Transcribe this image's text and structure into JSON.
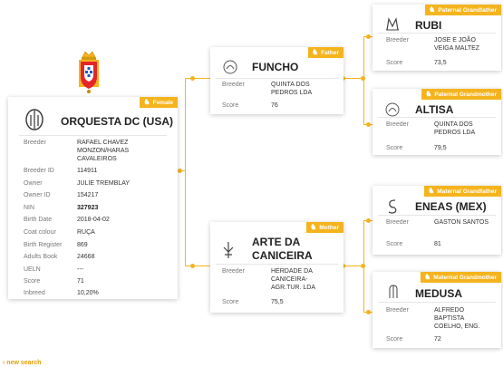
{
  "crest_icon": "coat-of-arms",
  "accent_color": "#f5b41e",
  "subject": {
    "badge": "Female",
    "name": "ORQUESTA DC (USA)",
    "fields": [
      {
        "label": "Breeder",
        "value": "RAFAEL CHAVEZ MONZON/HARAS CAVALEIROS"
      },
      {
        "label": "Breeder ID",
        "value": "114911"
      },
      {
        "label": "Owner",
        "value": "JULIE TREMBLAY"
      },
      {
        "label": "Owner ID",
        "value": "154217"
      },
      {
        "label": "NIN",
        "value": "327923"
      },
      {
        "label": "Birth Date",
        "value": "2018-04-02"
      },
      {
        "label": "Coat colour",
        "value": "RUÇA"
      },
      {
        "label": "Birth Register",
        "value": "869"
      },
      {
        "label": "Adults Book",
        "value": "24668"
      },
      {
        "label": "UELN",
        "value": "---"
      },
      {
        "label": "Score",
        "value": "71"
      },
      {
        "label": "Inbreed",
        "value": "10,20%"
      }
    ]
  },
  "father": {
    "badge": "Father",
    "name": "FUNCHO",
    "breeder_label": "Breeder",
    "breeder": "QUINTA DOS PEDROS LDA",
    "score_label": "Score",
    "score": "76"
  },
  "mother": {
    "badge": "Mother",
    "name": "ARTE DA CANICEIRA",
    "breeder_label": "Breeder",
    "breeder": "HERDADE DA CANICEIRA-AGR.TUR. LDA",
    "score_label": "Score",
    "score": "75,5"
  },
  "paternal_grandfather": {
    "badge": "Paternal Grandfather",
    "name": "RUBI",
    "breeder_label": "Breeder",
    "breeder": "JOSE E JOÃO VEIGA MALTEZ",
    "score_label": "Score",
    "score": "73,5"
  },
  "paternal_grandmother": {
    "badge": "Paternal Grandmother",
    "name": "ALTISA",
    "breeder_label": "Breeder",
    "breeder": "QUINTA DOS PEDROS LDA",
    "score_label": "Score",
    "score": "79,5"
  },
  "maternal_grandfather": {
    "badge": "Maternal Grandfather",
    "name": "ENEAS (MEX)",
    "breeder_label": "Breeder",
    "breeder": "GASTON SANTOS",
    "score_label": "Score",
    "score": "81"
  },
  "maternal_grandmother": {
    "badge": "Maternal Grandmother",
    "name": "MEDUSA",
    "breeder_label": "Breeder",
    "breeder": "ALFREDO BAPTISTA COELHO, ENG.",
    "score_label": "Score",
    "score": "72"
  },
  "footer": {
    "link": "new search",
    "icon": "chevron-left-icon"
  }
}
